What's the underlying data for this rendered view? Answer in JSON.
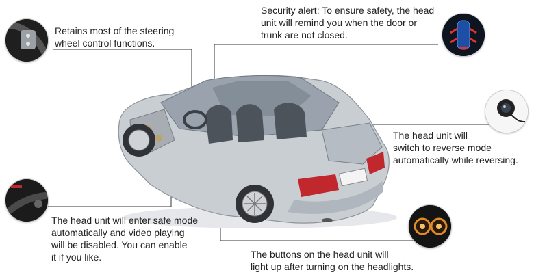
{
  "callouts": {
    "steering": {
      "text": "Retains most of the steering\nwheel control functions.",
      "icon": "steering-wheel-buttons-icon"
    },
    "security": {
      "text": "Security alert: To ensure safety, the head\nunit will remind you when the door or\ntrunk are not closed.",
      "icon": "car-door-alert-icon"
    },
    "reverse": {
      "text": "The head unit will\nswitch to reverse mode\nautomatically while reversing.",
      "icon": "reverse-camera-icon"
    },
    "safe_mode": {
      "text": "The head unit will enter safe mode\nautomatically and video playing\nwill be disabled. You can enable\nit if you like.",
      "icon": "parking-brake-icon"
    },
    "buttons": {
      "text": "The buttons on the head unit will\nlight up after turning on the headlights.",
      "icon": "headlights-icon"
    }
  },
  "colors": {
    "line": "#333333",
    "car_body": "#c9ced3",
    "taillight": "#c0282d",
    "badge_bg": "#2b2b2b"
  }
}
